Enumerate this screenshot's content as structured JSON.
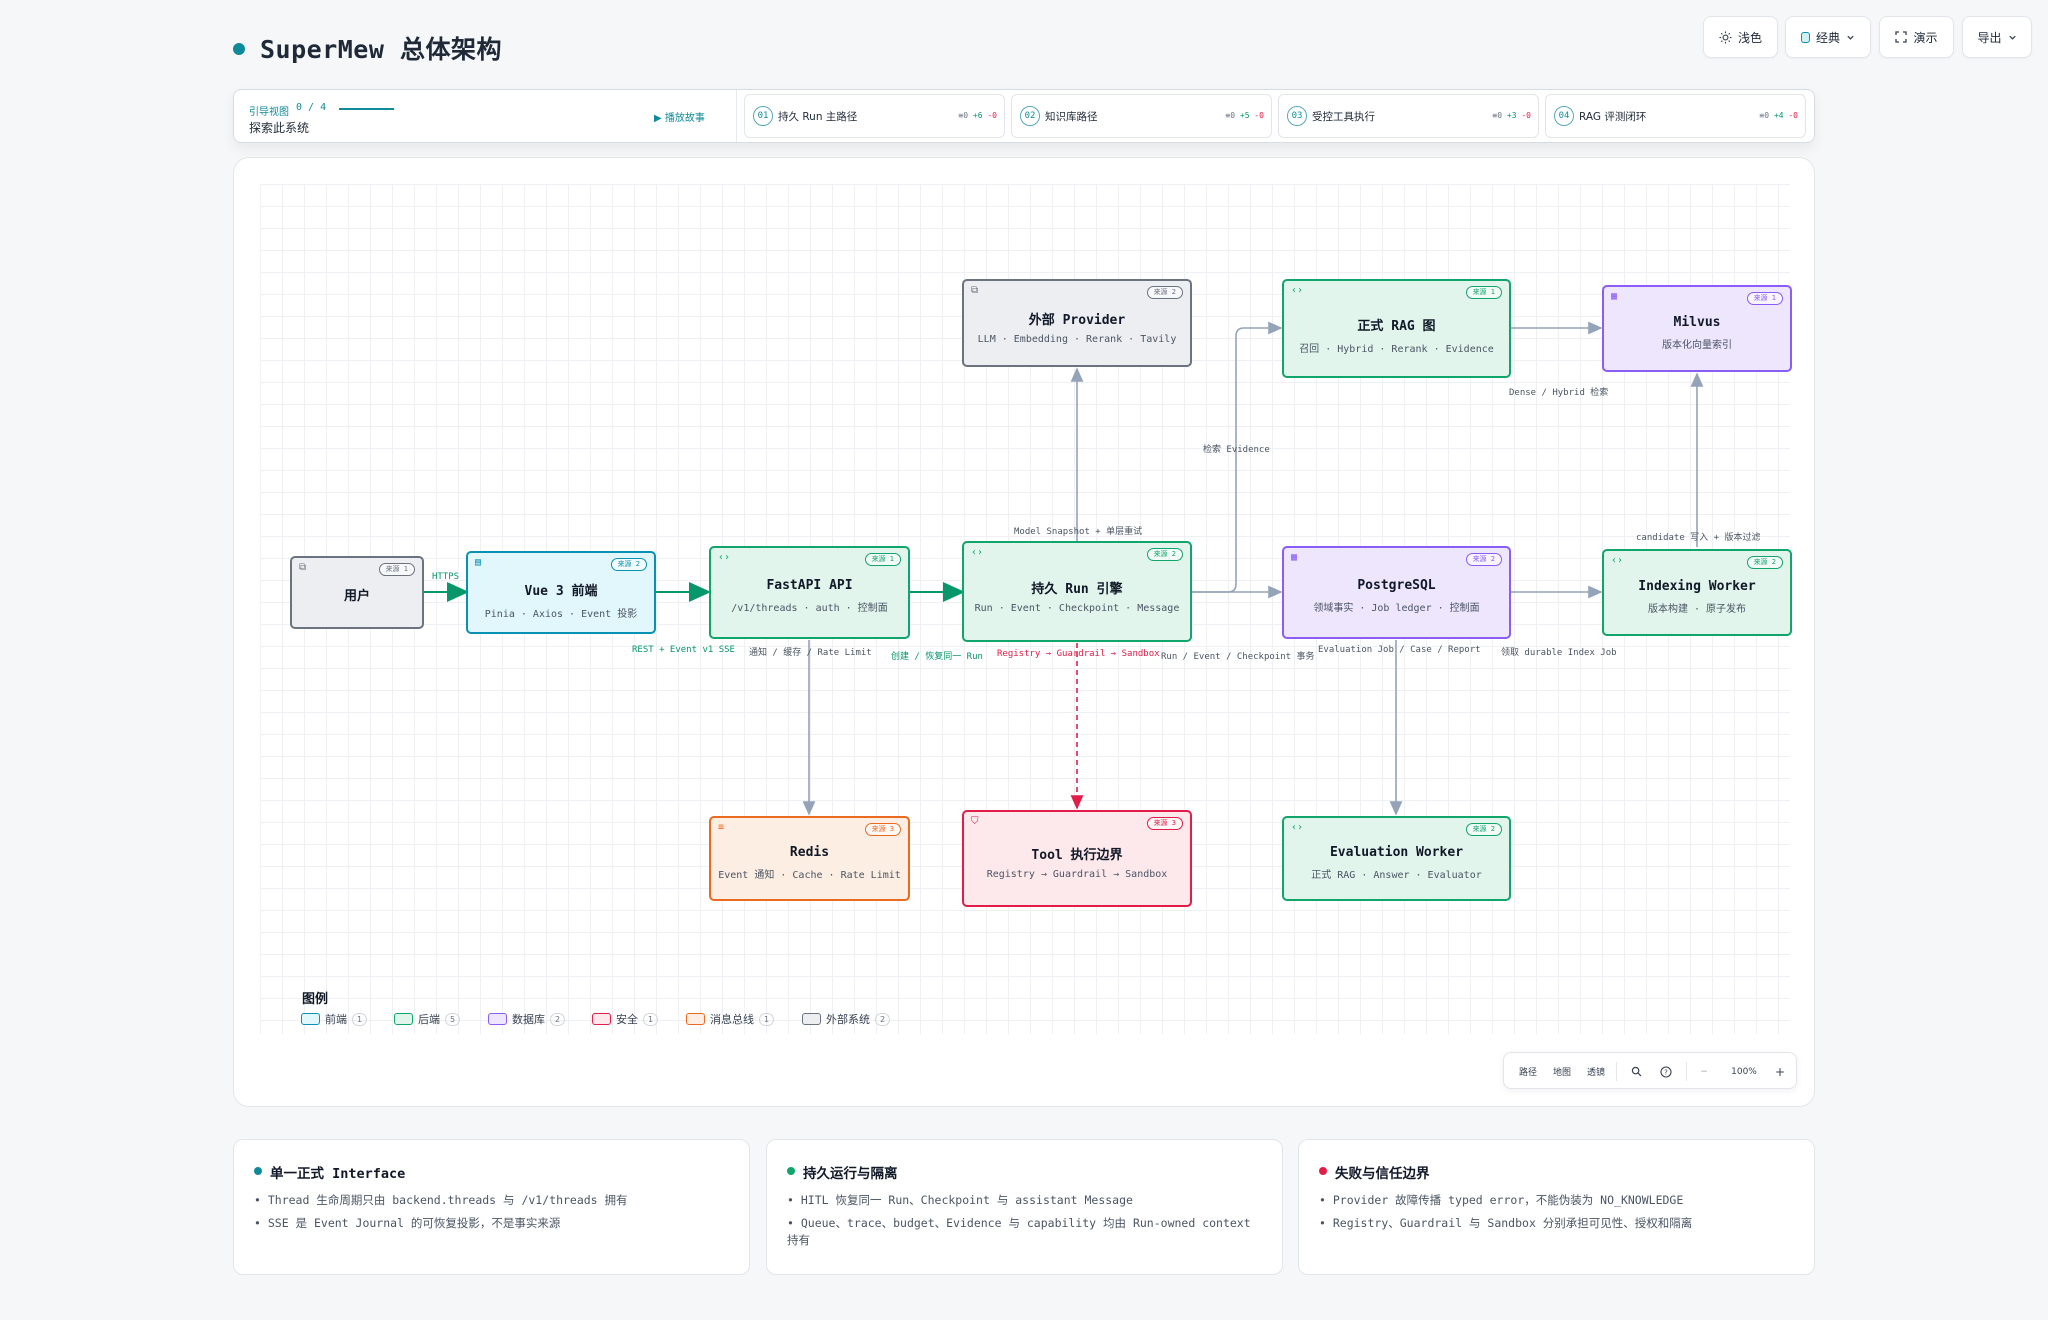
{
  "header": {
    "title": "SuperMew 总体架构",
    "buttons": {
      "theme": "浅色",
      "style": "经典",
      "present": "演示",
      "export": "导出"
    },
    "accent_color": "#0e8a9a"
  },
  "guide": {
    "label": "引导视图",
    "progress": "0 / 4",
    "explore": "探索此系统",
    "play": "▶ 播放故事",
    "cards": [
      {
        "num": "01",
        "name": "持久 Run 主路径",
        "stat_a": "≡0",
        "stat_b": "+6",
        "stat_c": "-0"
      },
      {
        "num": "02",
        "name": "知识库路径",
        "stat_a": "≡0",
        "stat_b": "+5",
        "stat_c": "-0"
      },
      {
        "num": "03",
        "name": "受控工具执行",
        "stat_a": "≡0",
        "stat_b": "+3",
        "stat_c": "-0"
      },
      {
        "num": "04",
        "name": "RAG 评测闭环",
        "stat_a": "≡0",
        "stat_b": "+4",
        "stat_c": "-0"
      }
    ]
  },
  "nodes": {
    "user": {
      "title": "用户",
      "sub": "",
      "badge": "来源 1",
      "icon": "external-link-icon"
    },
    "vue": {
      "title": "Vue 3 前端",
      "sub": "Pinia · Axios · Event 投影",
      "badge": "来源 2",
      "icon": "window-icon"
    },
    "fastapi": {
      "title": "FastAPI API",
      "sub": "/v1/threads · auth · 控制面",
      "badge": "来源 1",
      "icon": "code-icon"
    },
    "run": {
      "title": "持久 Run 引擎",
      "sub": "Run · Event · Checkpoint · Message",
      "badge": "来源 2",
      "icon": "code-icon"
    },
    "provider": {
      "title": "外部 Provider",
      "sub": "LLM · Embedding · Rerank · Tavily",
      "badge": "来源 2",
      "icon": "external-link-icon"
    },
    "rag": {
      "title": "正式 RAG 图",
      "sub": "召回 · Hybrid · Rerank · Evidence",
      "badge": "来源 1",
      "icon": "code-icon"
    },
    "milvus": {
      "title": "Milvus",
      "sub": "版本化向量索引",
      "badge": "来源 1",
      "icon": "database-icon"
    },
    "postgres": {
      "title": "PostgreSQL",
      "sub": "领域事实 · Job ledger · 控制面",
      "badge": "来源 2",
      "icon": "database-icon"
    },
    "indexing": {
      "title": "Indexing Worker",
      "sub": "版本构建 · 原子发布",
      "badge": "来源 2",
      "icon": "code-icon"
    },
    "redis": {
      "title": "Redis",
      "sub": "Event 通知 · Cache · Rate Limit",
      "badge": "来源 3",
      "icon": "queue-icon"
    },
    "tool": {
      "title": "Tool 执行边界",
      "sub": "Registry → Guardrail → Sandbox",
      "badge": "来源 3",
      "icon": "shield-icon"
    },
    "eval": {
      "title": "Evaluation Worker",
      "sub": "正式 RAG · Answer · Evaluator",
      "badge": "来源 2",
      "icon": "code-icon"
    }
  },
  "edges": {
    "https": "HTTPS",
    "rest_sse": "REST + Event v1 SSE",
    "notify": "通知 / 缓存 / Rate Limit",
    "create": "创建 / 恢复同一 Run",
    "registry": "Registry → Guardrail → Sandbox",
    "run_tx": "Run / Event / Checkpoint 事务",
    "model": "Model Snapshot + 单层重试",
    "evidence": "检索 Evidence",
    "dense": "Dense / Hybrid 检索",
    "eval_job": "Evaluation Job / Case / Report",
    "claim": "领取 durable Index Job",
    "candidate": "candidate 写入 + 版本过滤"
  },
  "legend": {
    "title": "图例",
    "items": [
      {
        "label": "前端",
        "count": "1",
        "color": "#0891b2",
        "fill": "#e2f7fb"
      },
      {
        "label": "后端",
        "count": "5",
        "color": "#10a56a",
        "fill": "#e1f5ec"
      },
      {
        "label": "数据库",
        "count": "2",
        "color": "#8b5cf6",
        "fill": "#ede6fc"
      },
      {
        "label": "安全",
        "count": "1",
        "color": "#e11d48",
        "fill": "#fde8ec"
      },
      {
        "label": "消息总线",
        "count": "1",
        "color": "#ea6b1f",
        "fill": "#fdeee3"
      },
      {
        "label": "外部系统",
        "count": "2",
        "color": "#6b7280",
        "fill": "#eceef2"
      }
    ]
  },
  "zoombar": {
    "path": "路径",
    "map": "地图",
    "lens": "透镜",
    "minus": "−",
    "zoom": "100%",
    "plus": "+"
  },
  "cards": [
    {
      "title": "单一正式 Interface",
      "color": "#0e8a9a",
      "items": [
        "Thread 生命周期只由 backend.threads 与 /v1/threads 拥有",
        "SSE 是 Event Journal 的可恢复投影，不是事实来源"
      ]
    },
    {
      "title": "持久运行与隔离",
      "color": "#10a56a",
      "items": [
        "HITL 恢复同一 Run、Checkpoint 与 assistant Message",
        "Queue、trace、budget、Evidence 与 capability 均由 Run-owned context 持有"
      ]
    },
    {
      "title": "失败与信任边界",
      "color": "#e11d48",
      "items": [
        "Provider 故障传播 typed error，不能伪装为 NO_KNOWLEDGE",
        "Registry、Guardrail 与 Sandbox 分别承担可见性、授权和隔离"
      ]
    }
  ]
}
